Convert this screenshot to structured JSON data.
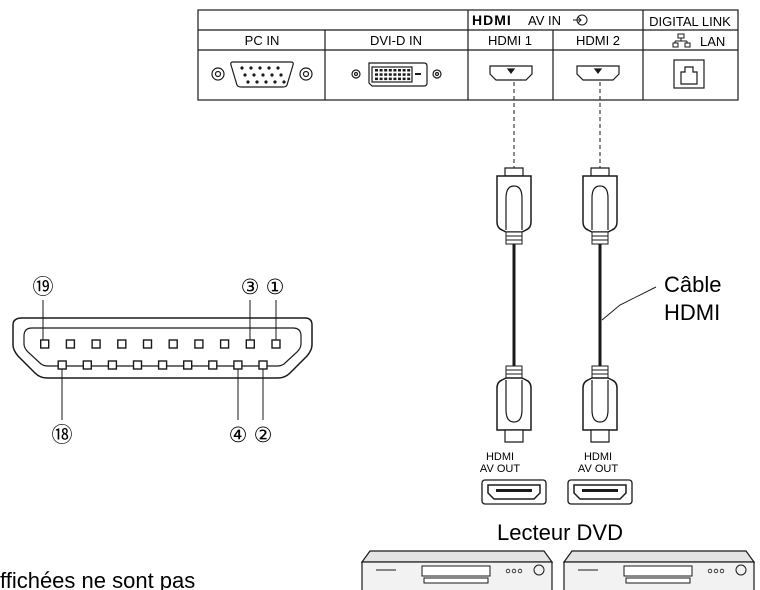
{
  "panel": {
    "hdmi_logo": "HDMI",
    "av_in_label": "AV IN",
    "digital_link_label": "DIGITAL LINK",
    "ports": {
      "pc_in": "PC IN",
      "dvi_d_in": "DVI-D IN",
      "hdmi1": "HDMI 1",
      "hdmi2": "HDMI 2",
      "lan": "LAN"
    }
  },
  "pinout": {
    "pin19": "⑲",
    "pin3": "③",
    "pin1": "①",
    "pin18": "⑱",
    "pin4": "④",
    "pin2": "②"
  },
  "cable": {
    "label_line1": "Câble",
    "label_line2": "HDMI"
  },
  "devices": {
    "out_line1": "HDMI",
    "out_line2": "AV OUT",
    "title": "Lecteur DVD",
    "count": 2
  },
  "footnote": {
    "text": "ffichées ne sont pas"
  },
  "colors": {
    "line": "#1a1a1a",
    "panel_bg": "#ffffff",
    "device_body": "#f2f2f2",
    "device_dark": "#555555"
  }
}
